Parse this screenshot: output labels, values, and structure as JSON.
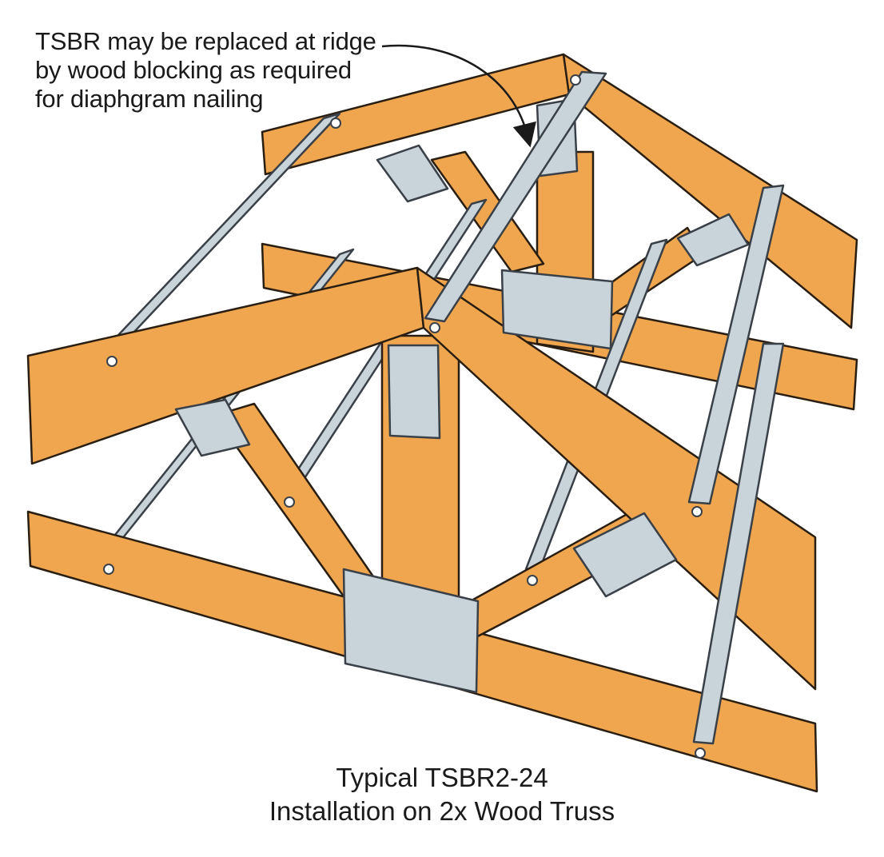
{
  "callout": {
    "lines": [
      "TSBR may be replaced at ridge",
      "by wood blocking as required",
      "for diaphgram nailing"
    ]
  },
  "caption": {
    "line1": "Typical TSBR2-24",
    "line2": "Installation on 2x Wood Truss"
  },
  "colors": {
    "wood": "#EFA64E",
    "wood_edge": "#2a1e12",
    "metal": "#C9D3DA",
    "metal_edge": "#3a4048",
    "text": "#1a1a1a"
  },
  "icons": [
    "arrow-icon"
  ]
}
